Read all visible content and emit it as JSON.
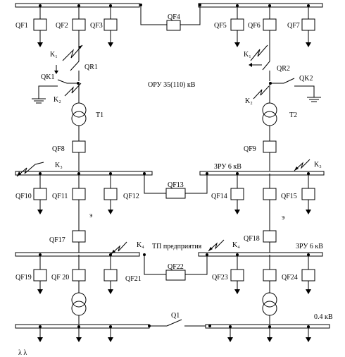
{
  "breakers": {
    "qf1": "QF1",
    "qf2": "QF2",
    "qf3": "QF3",
    "qf4": "QF4",
    "qf5": "QF5",
    "qf6": "QF6",
    "qf7": "QF7",
    "qf8": "QF8",
    "qf9": "QF9",
    "qf10": "QF10",
    "qf11": "QF11",
    "qf12": "QF12",
    "qf13": "QF13",
    "qf14": "QF14",
    "qf15": "QF15",
    "qf17": "QF17",
    "qf18": "QF18",
    "qf19": "QF19",
    "qf20": "QF 20",
    "qf21": "QF21",
    "qf22": "QF22",
    "qf23": "QF23",
    "qf24": "QF24"
  },
  "disconnectors": {
    "qr1": "QR1",
    "qr2": "QR2",
    "qk1": "QK1",
    "qk2": "QK2",
    "q1": "Q1"
  },
  "transformers": {
    "t1": "T1",
    "t2": "T2"
  },
  "faults": {
    "k1": "K₁",
    "k2": "K₂",
    "k3a": "K₃",
    "k3b": "K₃",
    "k4a": "K₄",
    "k4b": "K₄"
  },
  "labels": {
    "oru": "ОРУ 35(110) кВ",
    "zru_top": "ЗРУ 6 кВ",
    "tp": "ТП предприятия",
    "zru_bottom": "ЗРУ 6 кВ",
    "lv": "0.4 кВ",
    "mark_left": "э",
    "mark_right": "э",
    "footer": "λ  λ"
  }
}
